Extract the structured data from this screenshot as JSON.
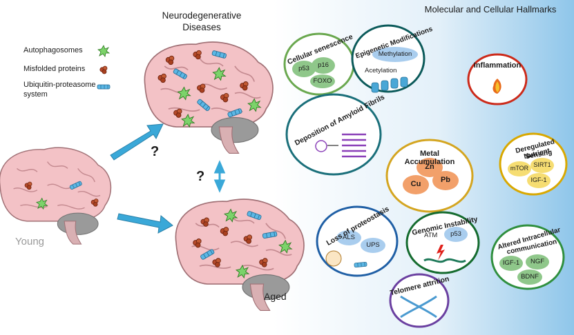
{
  "titles": {
    "neuro_line1": "Neurodegenerative",
    "neuro_line2": "Diseases",
    "hallmarks": "Molecular and Cellular Hallmarks"
  },
  "legend": {
    "autophagosomes": "Autophagosomes",
    "misfolded": "Misfolded proteins",
    "ups_line1": "Ubiquitin-proteasome",
    "ups_line2": "system"
  },
  "brains": {
    "young": "Young",
    "aged": "Aged",
    "q1": "?",
    "q2": "?"
  },
  "hallmarks": {
    "senescence": {
      "title": "Cellular senescence",
      "items": [
        "p53",
        "p16",
        "FOXO"
      ]
    },
    "epigenetic": {
      "title": "Epigenetic Modifications",
      "methylation": "Methylation",
      "acetylation": "Acetylation"
    },
    "inflammation": {
      "title": "Inflammation"
    },
    "amyloid": {
      "title": "Deposition of Amyloid Fibrils"
    },
    "metal": {
      "title": "Metal Accumulation",
      "items": [
        "Zn",
        "Cu",
        "Pb"
      ]
    },
    "nutrient": {
      "title_line1": "Deregulated Nutrient",
      "title_line2": "Sensing",
      "items": [
        "mTOR",
        "SIRT1",
        "IGF-1"
      ]
    },
    "proteostasis": {
      "title": "Loss of proteostasis",
      "items": [
        "ALS",
        "UPS"
      ]
    },
    "genomic": {
      "title": "Genomic Instability",
      "items": [
        "ATM",
        "p53"
      ]
    },
    "communication": {
      "title_line1": "Altered Intracellular",
      "title_line2": "communication",
      "items": [
        "IGF-1",
        "NGF",
        "BDNF"
      ]
    },
    "telomere": {
      "title": "Telomere attrition"
    }
  },
  "colors": {
    "senescence": "#6aa84f",
    "epigenetic": "#0b5a5a",
    "inflammation": "#cc2a1a",
    "amyloid": "#1a6f7a",
    "metal": "#d4a520",
    "nutrient": "#d9a800",
    "proteostasis": "#1f5fa5",
    "genomic": "#146b2e",
    "communication": "#2f8f3e",
    "telomere": "#6a3fa0",
    "brain": "#f3c2c6",
    "cerebellum": "#9a9a9a",
    "arrow": "#3aa8d8",
    "bubble_green": "#8fc78a",
    "bubble_blue": "#a9cdee",
    "bubble_orange": "#f2a06a",
    "bubble_yellow": "#f6dd72"
  }
}
